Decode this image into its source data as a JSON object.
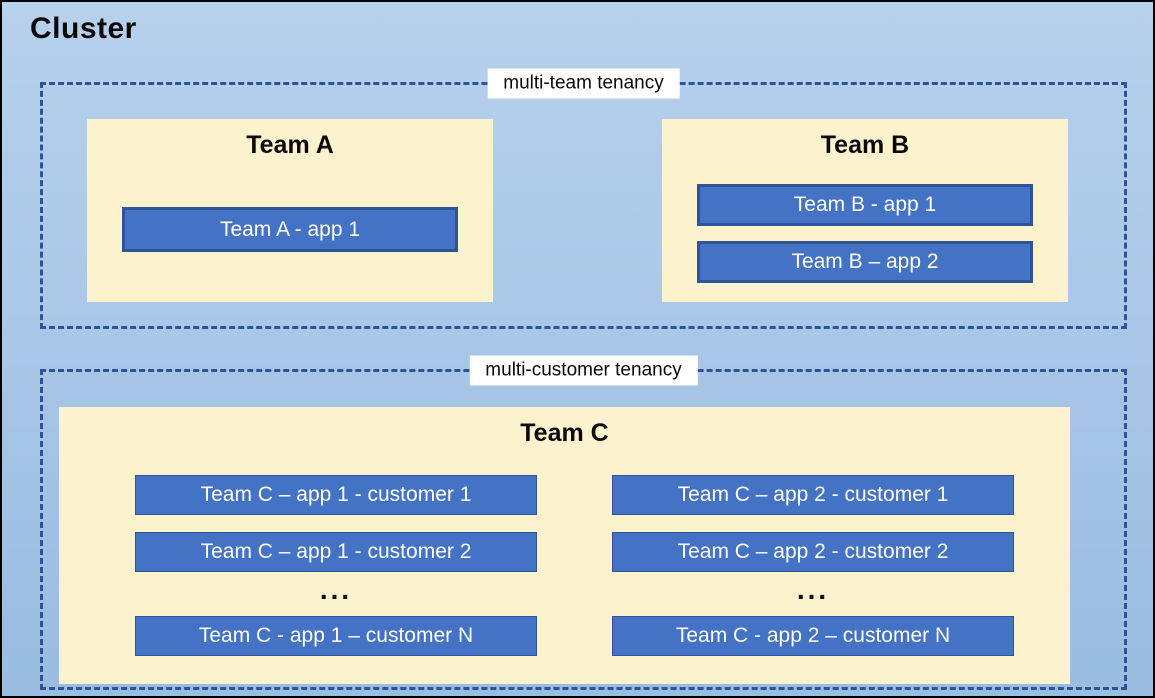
{
  "cluster": {
    "title": "Cluster"
  },
  "multi_team": {
    "label": "multi-team tenancy",
    "team_a": {
      "name": "Team A",
      "apps": [
        "Team A - app 1"
      ]
    },
    "team_b": {
      "name": "Team B",
      "apps": [
        "Team B - app 1",
        "Team B – app 2"
      ]
    }
  },
  "multi_customer": {
    "label": "multi-customer tenancy",
    "team": {
      "name": "Team C",
      "col1": {
        "rows": [
          "Team C – app 1 - customer 1",
          "Team C – app 1 - customer 2"
        ],
        "ellipsis": "...",
        "last_row": "Team C - app 1 – customer N"
      },
      "col2": {
        "rows": [
          "Team C – app 2 - customer 1",
          "Team C – app 2 - customer 2"
        ],
        "ellipsis": "...",
        "last_row": "Team C - app 2 – customer N"
      }
    }
  },
  "colors": {
    "background_top": "#B7D1ED",
    "background_bottom": "#99BCE1",
    "team_panel": "#FDF2CE",
    "app_fill": "#4472C4",
    "app_border": "#2F5496",
    "dashed_border": "#2F5496",
    "label_background": "#FFFFFF",
    "text": "#0A0A0A",
    "app_text": "#FFFFFF"
  }
}
